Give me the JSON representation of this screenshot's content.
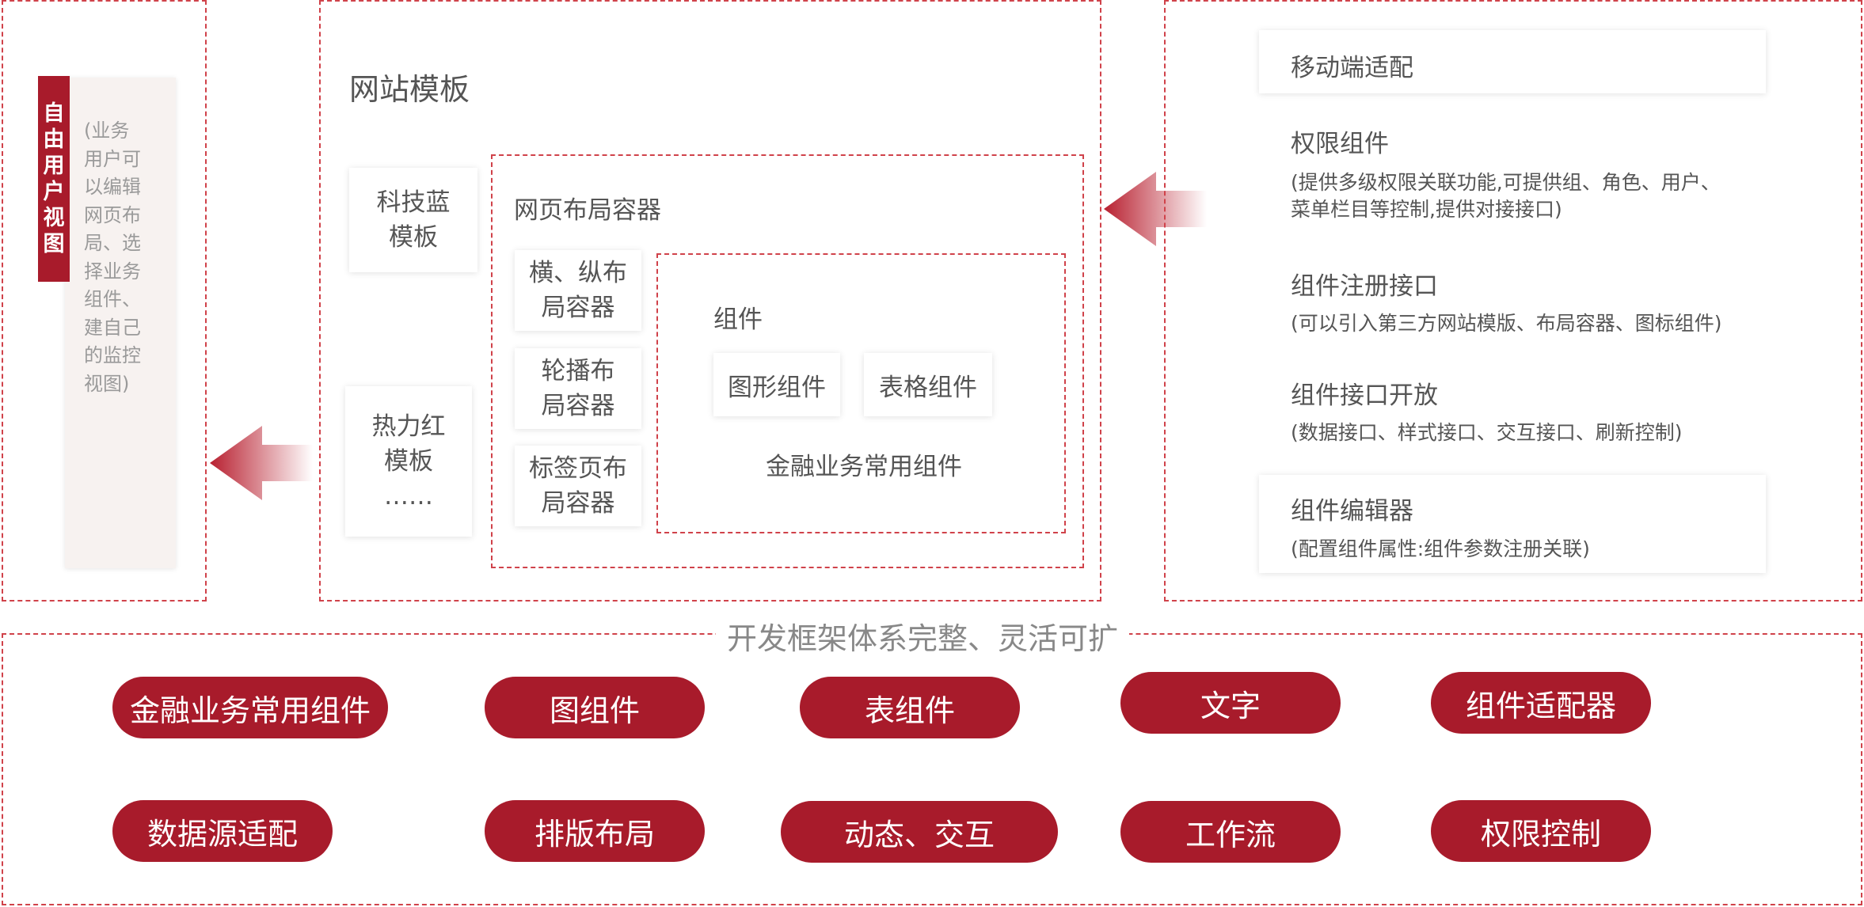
{
  "left_panel": {
    "vertical_label": [
      "自",
      "由",
      "用",
      "户",
      "视",
      "图"
    ],
    "description": [
      "(业务",
      "用户可",
      "以编辑",
      "网页布",
      "局、选",
      "择业务",
      "组件、",
      "建自己",
      "的监控",
      "视图)"
    ]
  },
  "middle_panel": {
    "title": "网站模板",
    "templates": [
      {
        "lines": [
          "科技蓝",
          "模板"
        ]
      },
      {
        "lines": [
          "热力红",
          "模板",
          "……"
        ]
      }
    ],
    "layout_container": {
      "title": "网页布局容器",
      "items": [
        {
          "lines": [
            "横、纵布",
            "局容器"
          ]
        },
        {
          "lines": [
            "轮播布",
            "局容器"
          ]
        },
        {
          "lines": [
            "标签页布",
            "局容器"
          ]
        }
      ]
    },
    "components": {
      "title": "组件",
      "graph": "图形组件",
      "table": "表格组件",
      "finance": "金融业务常用组件"
    }
  },
  "right_panel": {
    "mobile": "移动端适配",
    "permission": {
      "title": "权限组件",
      "desc1": "(提供多级权限关联功能,可提供组、角色、用户、",
      "desc2": "菜单栏目等控制,提供对接接口)"
    },
    "register": {
      "title": "组件注册接口",
      "desc": "(可以引入第三方网站模版、布局容器、图标组件)"
    },
    "interface": {
      "title": "组件接口开放",
      "desc": "(数据接口、样式接口、交互接口、刷新控制)"
    },
    "editor": {
      "title": "组件编辑器",
      "desc": "(配置组件属性:组件参数注册关联)"
    }
  },
  "bottom_panel": {
    "title": "开发框架体系完整、灵活可扩",
    "row1": [
      "金融业务常用组件",
      "图组件",
      "表组件",
      "文字",
      "组件适配器"
    ],
    "row2": [
      "数据源适配",
      "排版布局",
      "动态、交互",
      "工作流",
      "权限控制"
    ]
  },
  "colors": {
    "accent": "#a81b2b",
    "dash": "#d0424a",
    "text": "#555555"
  }
}
